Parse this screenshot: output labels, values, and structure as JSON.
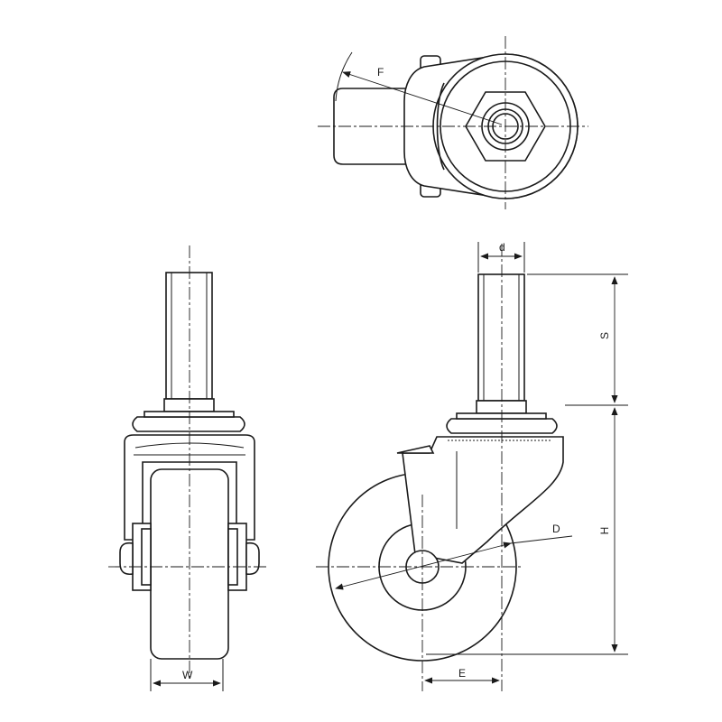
{
  "dimension_labels": {
    "F": "F",
    "d": "d",
    "S": "S",
    "H": "H",
    "D": "D",
    "W": "W",
    "E": "E"
  }
}
